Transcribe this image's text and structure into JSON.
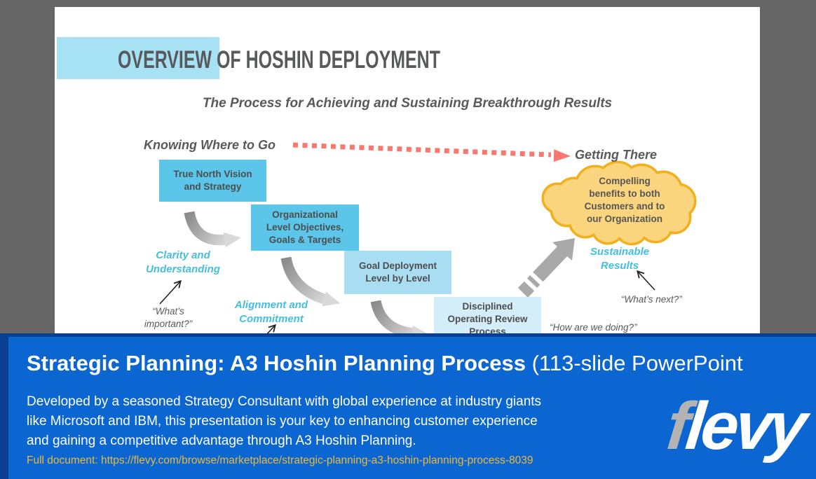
{
  "slide": {
    "title": "OVERVIEW OF HOSHIN DEPLOYMENT",
    "subtitle": "The Process for Achieving and Sustaining Breakthrough Results",
    "journey": {
      "start_label": "Knowing Where to Go",
      "end_label": "Getting There"
    },
    "steps": [
      {
        "label": "True North Vision\nand Strategy"
      },
      {
        "label": "Organizational\nLevel Objectives,\nGoals & Targets"
      },
      {
        "label": "Goal Deployment\nLevel by Level"
      },
      {
        "label": "Disciplined\nOperating Review\nProcess"
      }
    ],
    "cloud": {
      "label": "Compelling\nbenefits to both\nCustomers and to\nour Organization"
    },
    "outcomes": [
      {
        "label": "Clarity and\nUnderstanding"
      },
      {
        "label": "Alignment and\nCommitment"
      },
      {
        "label": "Sustainable\nResults"
      }
    ],
    "quotes": [
      {
        "text": "“What’s\nimportant?”"
      },
      {
        "text": "“How are we doing?”"
      },
      {
        "text": "“What’s next?”"
      }
    ]
  },
  "banner": {
    "title_main": "Strategic Planning: A3 Hoshin Planning Process",
    "title_suffix": " (113-slide PowerPoint",
    "description": "Developed by a seasoned Strategy Consultant with global experience at industry giants\nlike Microsoft and IBM, this presentation is your key to enhancing customer experience\nand gaining a competitive advantage through A3 Hoshin Planning.",
    "link_prefix": "Full document: ",
    "link_url": "https://flevy.com/browse/marketplace/strategic-planning-a3-hoshin-planning-process-8039",
    "logo_first": "f",
    "logo_rest": "levy"
  },
  "colors": {
    "canvas": "#666666",
    "slide_bg": "#ffffff",
    "title_highlight": "#a6e1f4",
    "heading_text": "#58595b",
    "step_blue": "#5bc6e9",
    "step_blue_light": "#a9def2",
    "step_blue_lighter": "#d3edf9",
    "teal_text": "#44bfdf",
    "journey_arrow_red": "#f8786f",
    "cascade_arrow_gray": "#9b9b9b",
    "cloud_fill": "#fad57e",
    "cloud_stroke": "#f2b01e",
    "banner_blue": "#0c66d1",
    "banner_navy": "#0a3e8f",
    "link_gold": "#e9ba3d",
    "logo_gray": "#b3b3b3"
  }
}
